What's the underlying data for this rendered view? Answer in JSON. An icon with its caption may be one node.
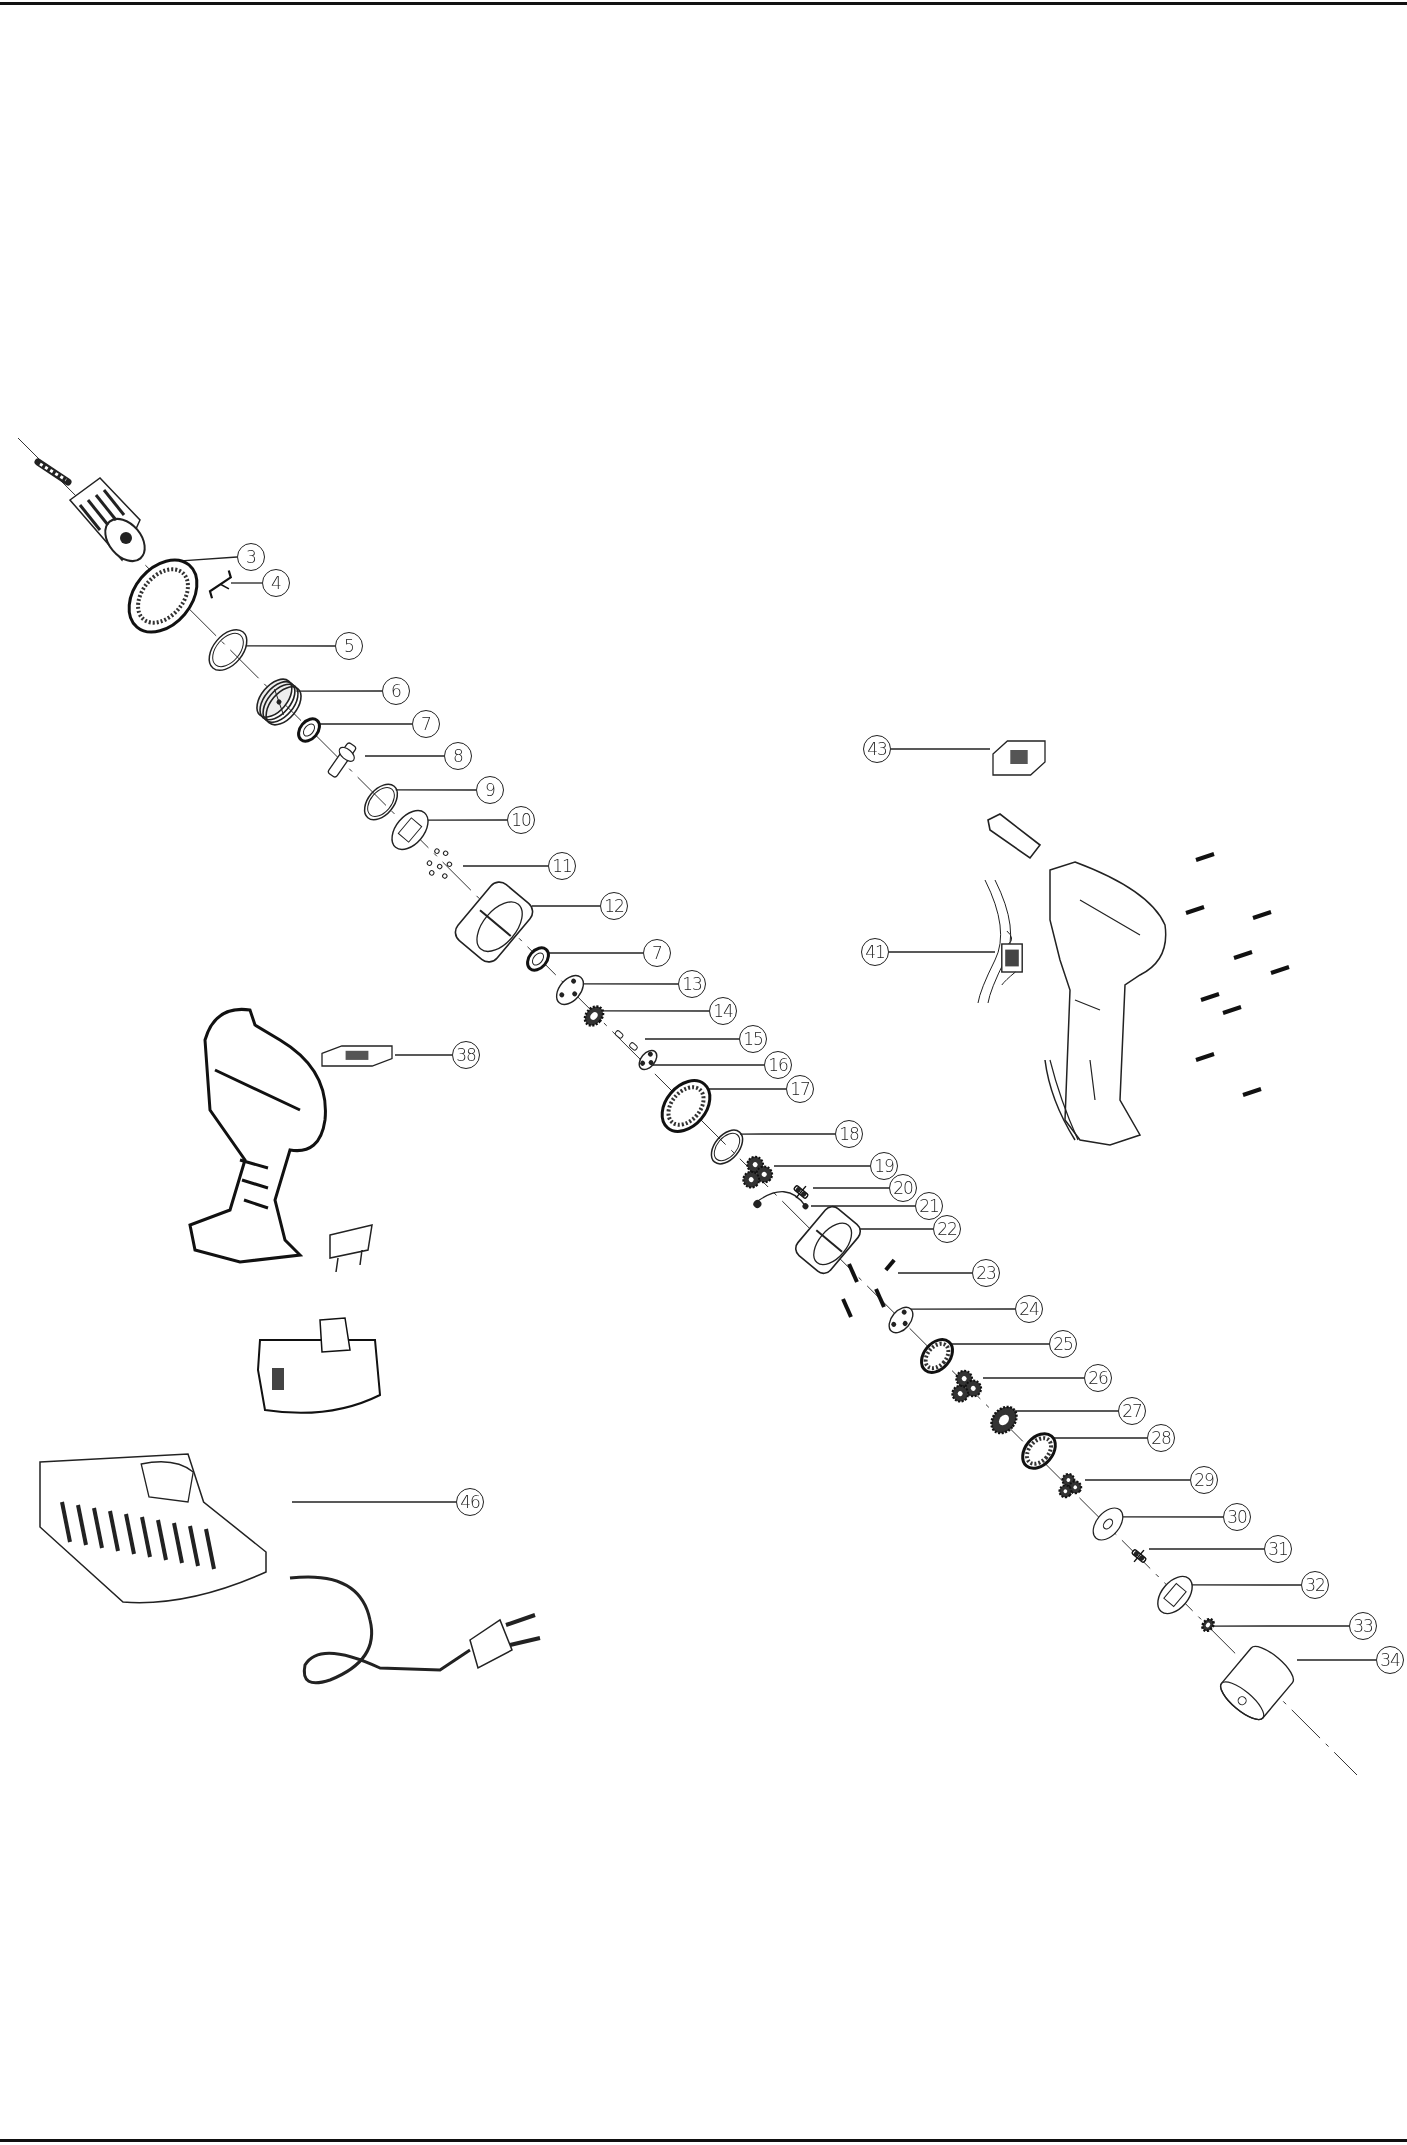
{
  "diagram": {
    "nodes": [
      {
        "text": [
          "3"
        ]
      },
      {
        "text": [
          "4"
        ]
      },
      {
        "text": [
          "5"
        ]
      },
      {
        "text": [
          "6"
        ]
      },
      {
        "text": [
          "7"
        ]
      },
      {
        "text": [
          "8"
        ]
      },
      {
        "text": [
          "9"
        ]
      },
      {
        "text": [
          "10"
        ]
      },
      {
        "text": [
          "11"
        ]
      },
      {
        "text": [
          "12"
        ]
      },
      {
        "text": [
          "7"
        ]
      },
      {
        "text": [
          "13"
        ]
      },
      {
        "text": [
          "14"
        ]
      },
      {
        "text": [
          "15"
        ]
      },
      {
        "text": [
          "16"
        ]
      },
      {
        "text": [
          "17"
        ]
      },
      {
        "text": [
          "18"
        ]
      },
      {
        "text": [
          "19"
        ]
      },
      {
        "text": [
          "20"
        ]
      },
      {
        "text": [
          "21"
        ]
      },
      {
        "text": [
          "22"
        ]
      },
      {
        "text": [
          "23"
        ]
      },
      {
        "text": [
          "24"
        ]
      },
      {
        "text": [
          "25"
        ]
      },
      {
        "text": [
          "26"
        ]
      },
      {
        "text": [
          "27"
        ]
      },
      {
        "text": [
          "28"
        ]
      },
      {
        "text": [
          "29"
        ]
      },
      {
        "text": [
          "30"
        ]
      },
      {
        "text": [
          "31"
        ]
      },
      {
        "text": [
          "32"
        ]
      },
      {
        "text": [
          "33"
        ]
      },
      {
        "text": [
          "34"
        ]
      },
      {
        "text": [
          "43"
        ]
      },
      {
        "text": [
          "41"
        ]
      },
      {
        "text": [
          "38"
        ]
      },
      {
        "text": [
          "46"
        ]
      },
      {
        "text": [],
        "shape": "picture"
      },
      {
        "text": [],
        "shape": "picture"
      },
      {
        "text": [],
        "shape": "picture"
      },
      {
        "text": [],
        "shape": "picture"
      },
      {
        "text": [],
        "shape": "picture"
      },
      {
        "text": [],
        "shape": "picture"
      },
      {
        "text": [],
        "shape": "picture"
      },
      {
        "text": [],
        "shape": "picture"
      },
      {
        "text": [],
        "shape": "picture"
      },
      {
        "text": [],
        "shape": "picture"
      },
      {
        "text": [],
        "shape": "picture"
      },
      {
        "text": [],
        "shape": "picture"
      },
      {
        "text": [],
        "shape": "picture"
      },
      {
        "text": [],
        "shape": "picture"
      },
      {
        "text": [],
        "shape": "picture"
      },
      {
        "text": [],
        "shape": "picture"
      },
      {
        "text": [],
        "shape": "picture"
      },
      {
        "text": [],
        "shape": "picture"
      },
      {
        "text": [],
        "shape": "picture"
      },
      {
        "text": [],
        "shape": "picture"
      },
      {
        "text": [],
        "shape": "picture"
      },
      {
        "text": [],
        "shape": "picture"
      },
      {
        "text": [],
        "shape": "picture"
      },
      {
        "text": [],
        "shape": "picture"
      },
      {
        "text": [],
        "shape": "picture"
      },
      {
        "text": [],
        "shape": "picture"
      },
      {
        "text": [],
        "shape": "picture"
      },
      {
        "text": [],
        "shape": "picture"
      },
      {
        "text": [],
        "shape": "picture"
      },
      {
        "text": [],
        "shape": "picture"
      },
      {
        "text": [],
        "shape": "picture"
      },
      {
        "text": [],
        "shape": "picture"
      },
      {
        "text": [],
        "shape": "picture"
      },
      {
        "text": [],
        "shape": "picture"
      },
      {
        "text": [],
        "shape": "picture"
      },
      {
        "text": [],
        "shape": "picture"
      },
      {
        "text": [],
        "shape": "picture"
      }
    ],
    "edges": [
      {
        "from": 0,
        "to": 37,
        "arrow": "none"
      },
      {
        "from": 1,
        "to": 38,
        "arrow": "none"
      },
      {
        "from": 2,
        "to": 39,
        "arrow": "none"
      },
      {
        "from": 3,
        "to": 40,
        "arrow": "none"
      },
      {
        "from": 4,
        "to": 41,
        "arrow": "none"
      },
      {
        "from": 5,
        "to": 42,
        "arrow": "none"
      },
      {
        "from": 6,
        "to": 43,
        "arrow": "none"
      },
      {
        "from": 7,
        "to": 44,
        "arrow": "none"
      },
      {
        "from": 8,
        "to": 45,
        "arrow": "none"
      },
      {
        "from": 9,
        "to": 46,
        "arrow": "none"
      },
      {
        "from": 10,
        "to": 47,
        "arrow": "none"
      },
      {
        "from": 11,
        "to": 48,
        "arrow": "none"
      },
      {
        "from": 12,
        "to": 49,
        "arrow": "none"
      },
      {
        "from": 13,
        "to": 50,
        "arrow": "none"
      },
      {
        "from": 14,
        "to": 51,
        "arrow": "none"
      },
      {
        "from": 15,
        "to": 52,
        "arrow": "none"
      },
      {
        "from": 16,
        "to": 53,
        "arrow": "none"
      },
      {
        "from": 17,
        "to": 54,
        "arrow": "none"
      },
      {
        "from": 18,
        "to": 55,
        "arrow": "none"
      },
      {
        "from": 19,
        "to": 56,
        "arrow": "none"
      },
      {
        "from": 20,
        "to": 57,
        "arrow": "none"
      },
      {
        "from": 21,
        "to": 58,
        "arrow": "none"
      },
      {
        "from": 22,
        "to": 59,
        "arrow": "none"
      },
      {
        "from": 23,
        "to": 60,
        "arrow": "none"
      },
      {
        "from": 24,
        "to": 61,
        "arrow": "none"
      },
      {
        "from": 25,
        "to": 62,
        "arrow": "none"
      },
      {
        "from": 26,
        "to": 63,
        "arrow": "none"
      },
      {
        "from": 27,
        "to": 64,
        "arrow": "none"
      },
      {
        "from": 28,
        "to": 65,
        "arrow": "none"
      },
      {
        "from": 29,
        "to": 66,
        "arrow": "none"
      },
      {
        "from": 30,
        "to": 67,
        "arrow": "none"
      },
      {
        "from": 31,
        "to": 68,
        "arrow": "none"
      },
      {
        "from": 32,
        "to": 69,
        "arrow": "none"
      },
      {
        "from": 33,
        "to": 70,
        "arrow": "none"
      },
      {
        "from": 34,
        "to": 71,
        "arrow": "none"
      },
      {
        "from": 35,
        "to": 72,
        "arrow": "none"
      },
      {
        "from": 36,
        "to": 73,
        "arrow": "none"
      }
    ]
  }
}
